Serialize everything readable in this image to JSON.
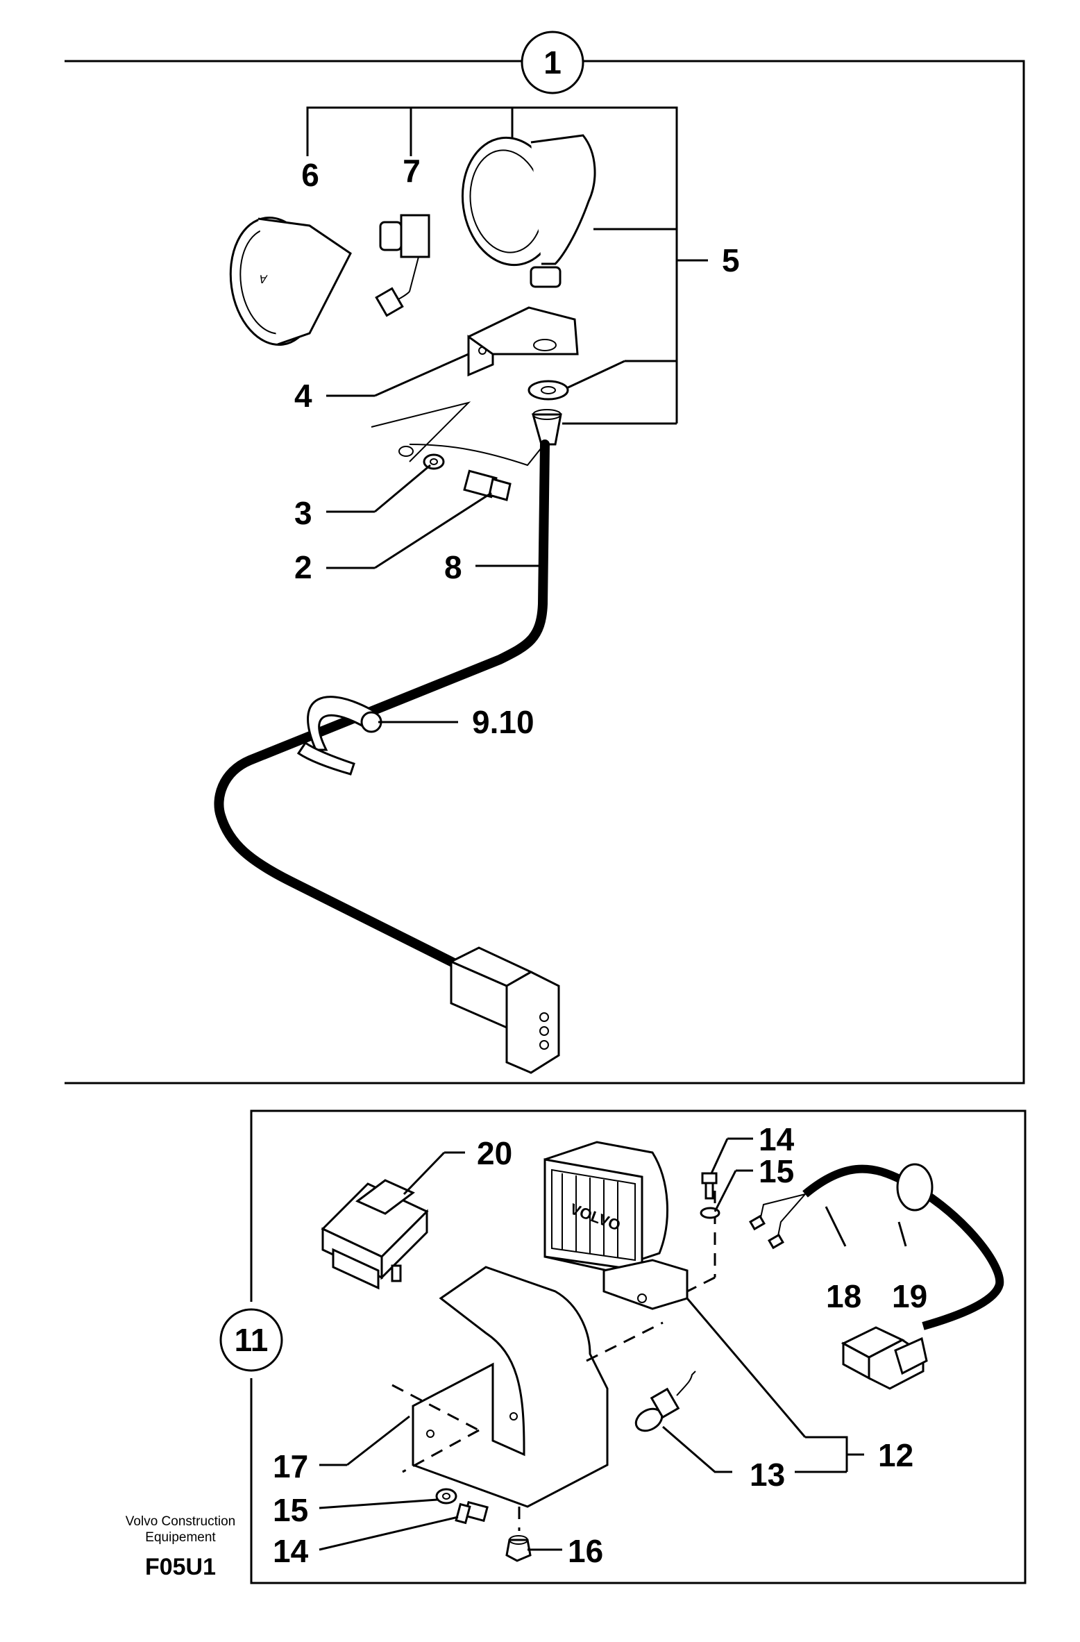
{
  "figure": {
    "group_top": "1",
    "group_bottom": "11",
    "caption_line1": "Volvo Construction",
    "caption_line2": "Equipement",
    "code": "F05U1"
  },
  "callouts": {
    "c2": "2",
    "c3": "3",
    "c4": "4",
    "c5": "5",
    "c6": "6",
    "c7": "7",
    "c8": "8",
    "c9_10": "9.10",
    "c12": "12",
    "c13": "13",
    "c14a": "14",
    "c15a": "15",
    "c14b": "14",
    "c15b": "15",
    "c16": "16",
    "c17": "17",
    "c18": "18",
    "c19": "19",
    "c20": "20"
  },
  "lamp_brand": "VOLVO"
}
